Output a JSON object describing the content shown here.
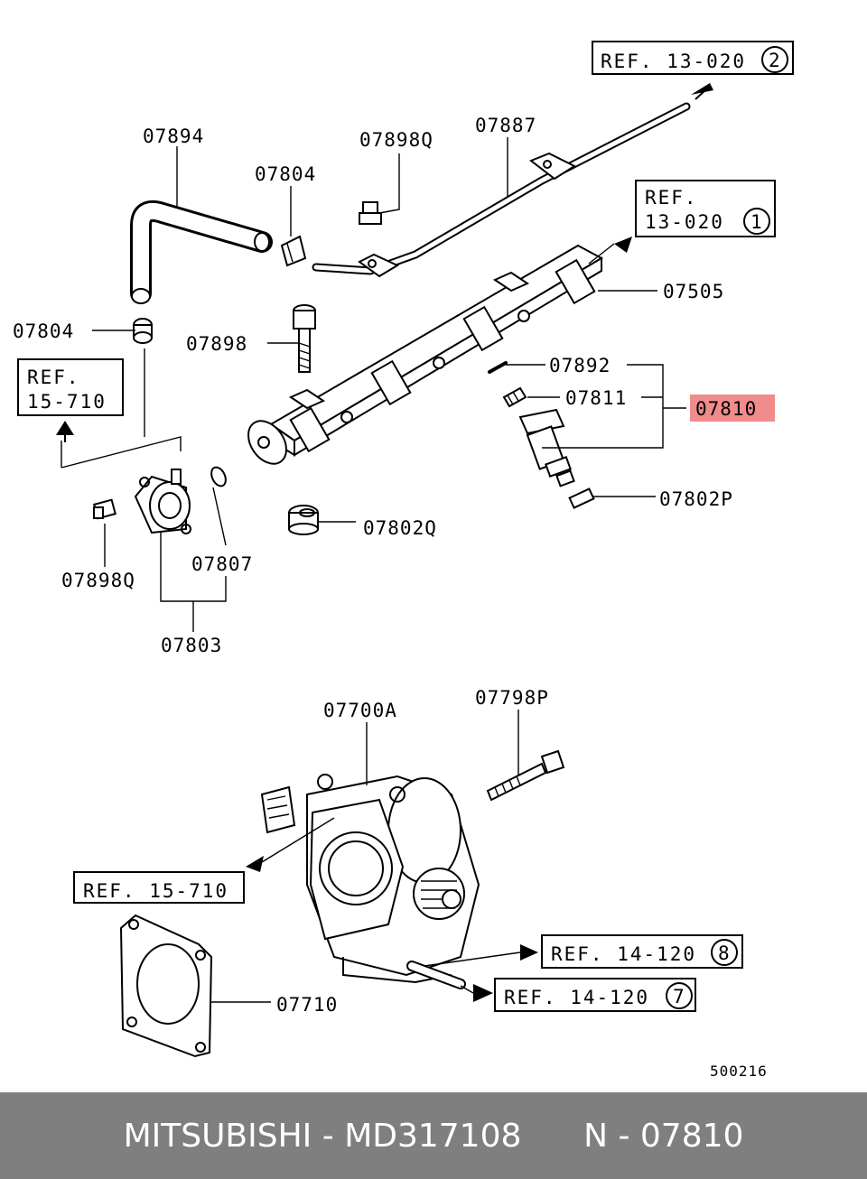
{
  "labels": {
    "p07894": "07894",
    "p07804_top": "07804",
    "p07898Q_top": "07898Q",
    "p07887": "07887",
    "p07505": "07505",
    "p07804_left": "07804",
    "p07898": "07898",
    "p07892": "07892",
    "p07811": "07811",
    "p07810": "07810",
    "p07802P": "07802P",
    "p07802Q": "07802Q",
    "p07898Q_bottom": "07898Q",
    "p07807": "07807",
    "p07803": "07803",
    "p07700A": "07700A",
    "p07798P": "07798P",
    "p07710": "07710"
  },
  "refs": {
    "ref1": {
      "text": "REF. 13-020",
      "circle": "2"
    },
    "ref2": {
      "line1": "REF.",
      "line2": "13-020",
      "circle": "1"
    },
    "ref3": {
      "line1": "REF.",
      "line2": "15-710"
    },
    "ref4": {
      "text": "REF. 15-710"
    },
    "ref5": {
      "text": "REF. 14-120",
      "circle": "8"
    },
    "ref6": {
      "text": "REF. 14-120",
      "circle": "7"
    }
  },
  "diagram_code": "500216",
  "highlight_color": "#f28b8b",
  "footer": {
    "brand": "MITSUBISHI",
    "sep1": " - ",
    "part_number": "MD317108",
    "gap": "      ",
    "code_prefix": "N",
    "sep2": " - ",
    "code": "07810"
  }
}
